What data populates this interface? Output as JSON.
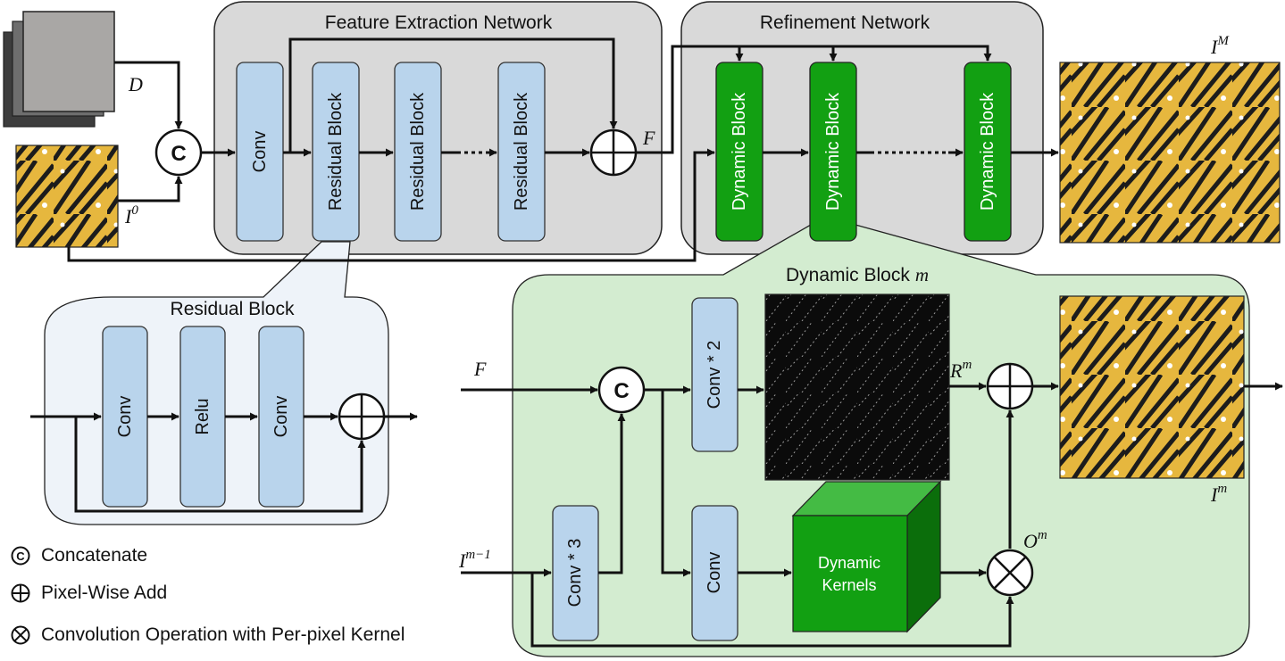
{
  "feature_extraction": {
    "title": "Feature Extraction Network",
    "conv": "Conv",
    "residual_block": "Residual Block"
  },
  "refinement": {
    "title": "Refinement Network",
    "dynamic_block": "Dynamic Block"
  },
  "residual_detail": {
    "title": "Residual Block",
    "conv": "Conv",
    "relu": "Relu"
  },
  "dynamic_detail": {
    "title": "Dynamic Block",
    "title_var": "m",
    "conv2": "Conv * 2",
    "conv3": "Conv * 3",
    "conv": "Conv",
    "kernels_line1": "Dynamic",
    "kernels_line2": "Kernels"
  },
  "symbols": {
    "concat": "C",
    "D": "D",
    "I0_base": "I",
    "I0_sup": "0",
    "F": "F",
    "IM_base": "I",
    "IM_sup": "M",
    "Rm_base": "R",
    "Rm_sup": "m",
    "Om_base": "O",
    "Om_sup": "m",
    "Im_base": "I",
    "Im_sup": "m",
    "Im1_base": "I",
    "Im1_sup": "m−1"
  },
  "legend": {
    "concat": "Concatenate",
    "add": "Pixel-Wise Add",
    "conv_op": "Convolution Operation with Per-pixel Kernel"
  },
  "colors": {
    "block_blue": "#b9d4ec",
    "block_green": "#12a012",
    "panel_gray": "#d9d9d9",
    "panel_light_blue": "#eef3f9",
    "panel_light_green": "#d3ecd0"
  }
}
